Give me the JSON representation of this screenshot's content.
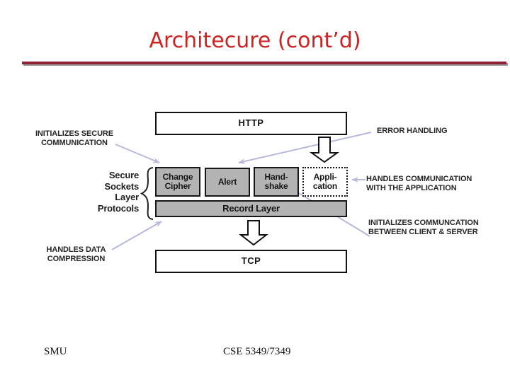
{
  "slide": {
    "title": "Architecure (cont’d)",
    "footer": {
      "left": "SMU",
      "center": "CSE 5349/7349"
    }
  },
  "diagram": {
    "boxes": {
      "http": {
        "label": "HTTP"
      },
      "change_cipher": {
        "line1": "Change",
        "line2": "Cipher"
      },
      "alert": {
        "label": "Alert"
      },
      "handshake": {
        "line1": "Hand-",
        "line2": "shake"
      },
      "application": {
        "line1": "Appli-",
        "line2": "cation"
      },
      "record_layer": {
        "label": "Record Layer"
      },
      "tcp": {
        "label": "TCP"
      }
    },
    "side_label": {
      "line1": "Secure",
      "line2": "Sockets",
      "line3": "Layer",
      "line4": "Protocols"
    },
    "annotations": {
      "init_secure": {
        "line1": "INITIALIZES SECURE",
        "line2": "COMMUNICATION"
      },
      "error_handling": {
        "label": "ERROR HANDLING"
      },
      "handles_comm": {
        "line1": "HANDLES COMMUNICATION",
        "line2": "WITH THE APPLICATION"
      },
      "init_comm": {
        "line1": "INITIALIZES COMMUNCATION",
        "line2": "BETWEEN CLIENT & SERVER"
      },
      "handles_data": {
        "line1": "HANDLES DATA",
        "line2": "COMPRESSION"
      }
    },
    "colors": {
      "title_red": "#cc2323",
      "rule_maroon": "#8e2133",
      "box_gray": "#b3b3b3",
      "connector_lavender": "#b8b8de",
      "text_dark": "#262626"
    }
  }
}
